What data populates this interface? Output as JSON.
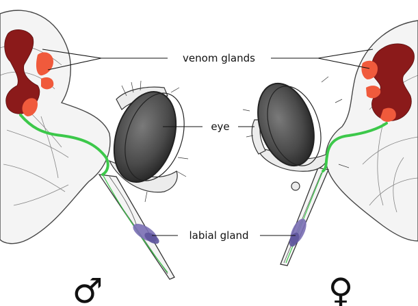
{
  "labels": {
    "venom_glands": "venom glands",
    "eye": "eye",
    "labial_gland": "labial gland"
  },
  "sex_symbols": {
    "male": "♂",
    "female": "♀"
  },
  "colors": {
    "venom_gland_dark": "#8b1a1a",
    "venom_gland_light": "#f05a3c",
    "duct": "#3cc84a",
    "labial_gland": "#7a6fb5",
    "eye": "#4a4a4a",
    "outline": "#222222"
  }
}
